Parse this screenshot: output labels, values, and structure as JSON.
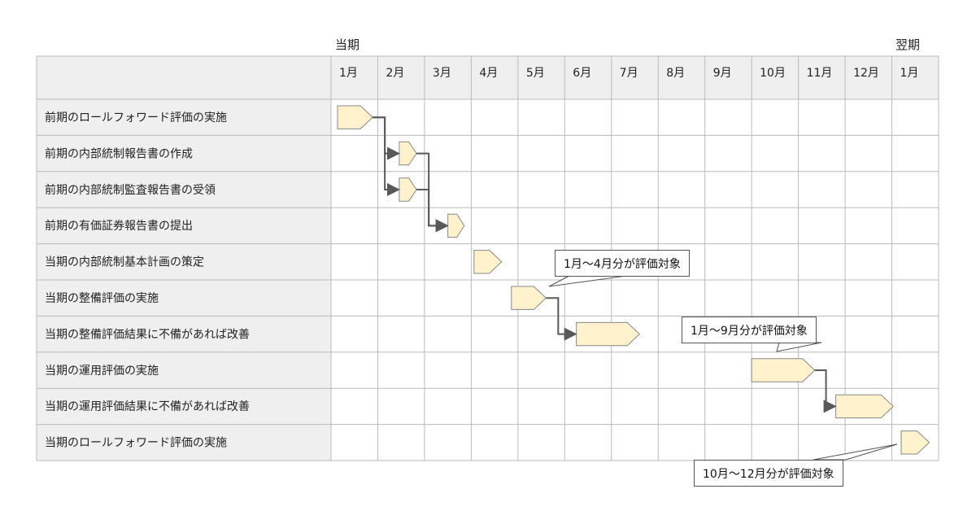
{
  "period_labels": {
    "current": "当期",
    "next": "翌期"
  },
  "months": [
    "1月",
    "2月",
    "3月",
    "4月",
    "5月",
    "6月",
    "7月",
    "8月",
    "9月",
    "10月",
    "11月",
    "12月",
    "1月"
  ],
  "tasks": [
    {
      "label": "前期のロールフォワード評価の実施",
      "start": 1.14,
      "end": 1.89
    },
    {
      "label": "前期の内部統制報告書の作成",
      "start": 2.46,
      "end": 2.83
    },
    {
      "label": "前期の内部統制監査報告書の受領",
      "start": 2.46,
      "end": 2.83
    },
    {
      "label": "前期の有価証券報告書の提出",
      "start": 3.5,
      "end": 3.85
    },
    {
      "label": "当期の内部統制基本計画の策定",
      "start": 4.06,
      "end": 4.65
    },
    {
      "label": "当期の整備評価の実施",
      "start": 4.86,
      "end": 5.6
    },
    {
      "label": "当期の整備評価結果に不備があれば改善",
      "start": 6.25,
      "end": 7.6
    },
    {
      "label": "当期の運用評価の実施",
      "start": 10.0,
      "end": 11.35
    },
    {
      "label": "当期の運用評価結果に不備があれば改善",
      "start": 11.8,
      "end": 13.03
    },
    {
      "label": "当期のロールフォワード評価の実施",
      "start": 13.2,
      "end": 13.8
    }
  ],
  "dependencies": [
    [
      0,
      1
    ],
    [
      0,
      2
    ],
    [
      1,
      3
    ],
    [
      2,
      3
    ],
    [
      5,
      6
    ],
    [
      7,
      8
    ]
  ],
  "callouts": [
    {
      "text": "1月～4月分が評価対象",
      "task": 5
    },
    {
      "text": "1月～9月分が評価対象",
      "task": 7
    },
    {
      "text": "10月～12月分が評価対象",
      "task": 9
    }
  ],
  "colors": {
    "bar_fill": "#fff2cc",
    "bar_stroke": "#888888",
    "grid": "#bbbbbb",
    "header_bg": "#efefef",
    "arrow": "#595959"
  }
}
